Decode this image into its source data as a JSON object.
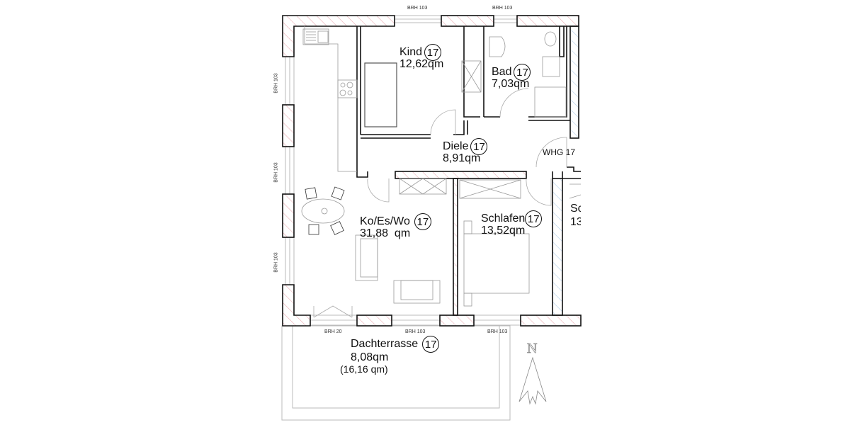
{
  "plan": {
    "rooms": [
      {
        "name": "Kind",
        "badge": "17",
        "area": "12,62qm"
      },
      {
        "name": "Bad",
        "badge": "17",
        "area": "7,03qm"
      },
      {
        "name": "Diele",
        "badge": "17",
        "area": "8,91qm"
      },
      {
        "name": "Ko/Es/Wo",
        "badge": "17",
        "area": "31,88  qm"
      },
      {
        "name": "Schlafen",
        "badge": "17",
        "area": "13,52qm"
      },
      {
        "name": "Sc",
        "badge": "",
        "area": "13"
      },
      {
        "name": "Dachterrasse",
        "badge": "17",
        "area": "8,08qm",
        "area_secondary": "(16,16 qm)"
      }
    ],
    "entrance_label": "WHG 17",
    "window_labels": {
      "top_1": "BRH 103",
      "top_2": "BRH 103",
      "left_1": "BRH 103",
      "left_2": "BRH 103",
      "left_3": "BRH 103",
      "bottom_1": "BRH 20",
      "bottom_2": "BRH 103",
      "bottom_3": "BRH 103"
    },
    "north_arrow": "N",
    "colors": {
      "wall_outline": "#111111",
      "hatch_red": "#e8a0a8",
      "hatch_blue": "#a8c8e8",
      "furniture": "#999999"
    }
  }
}
